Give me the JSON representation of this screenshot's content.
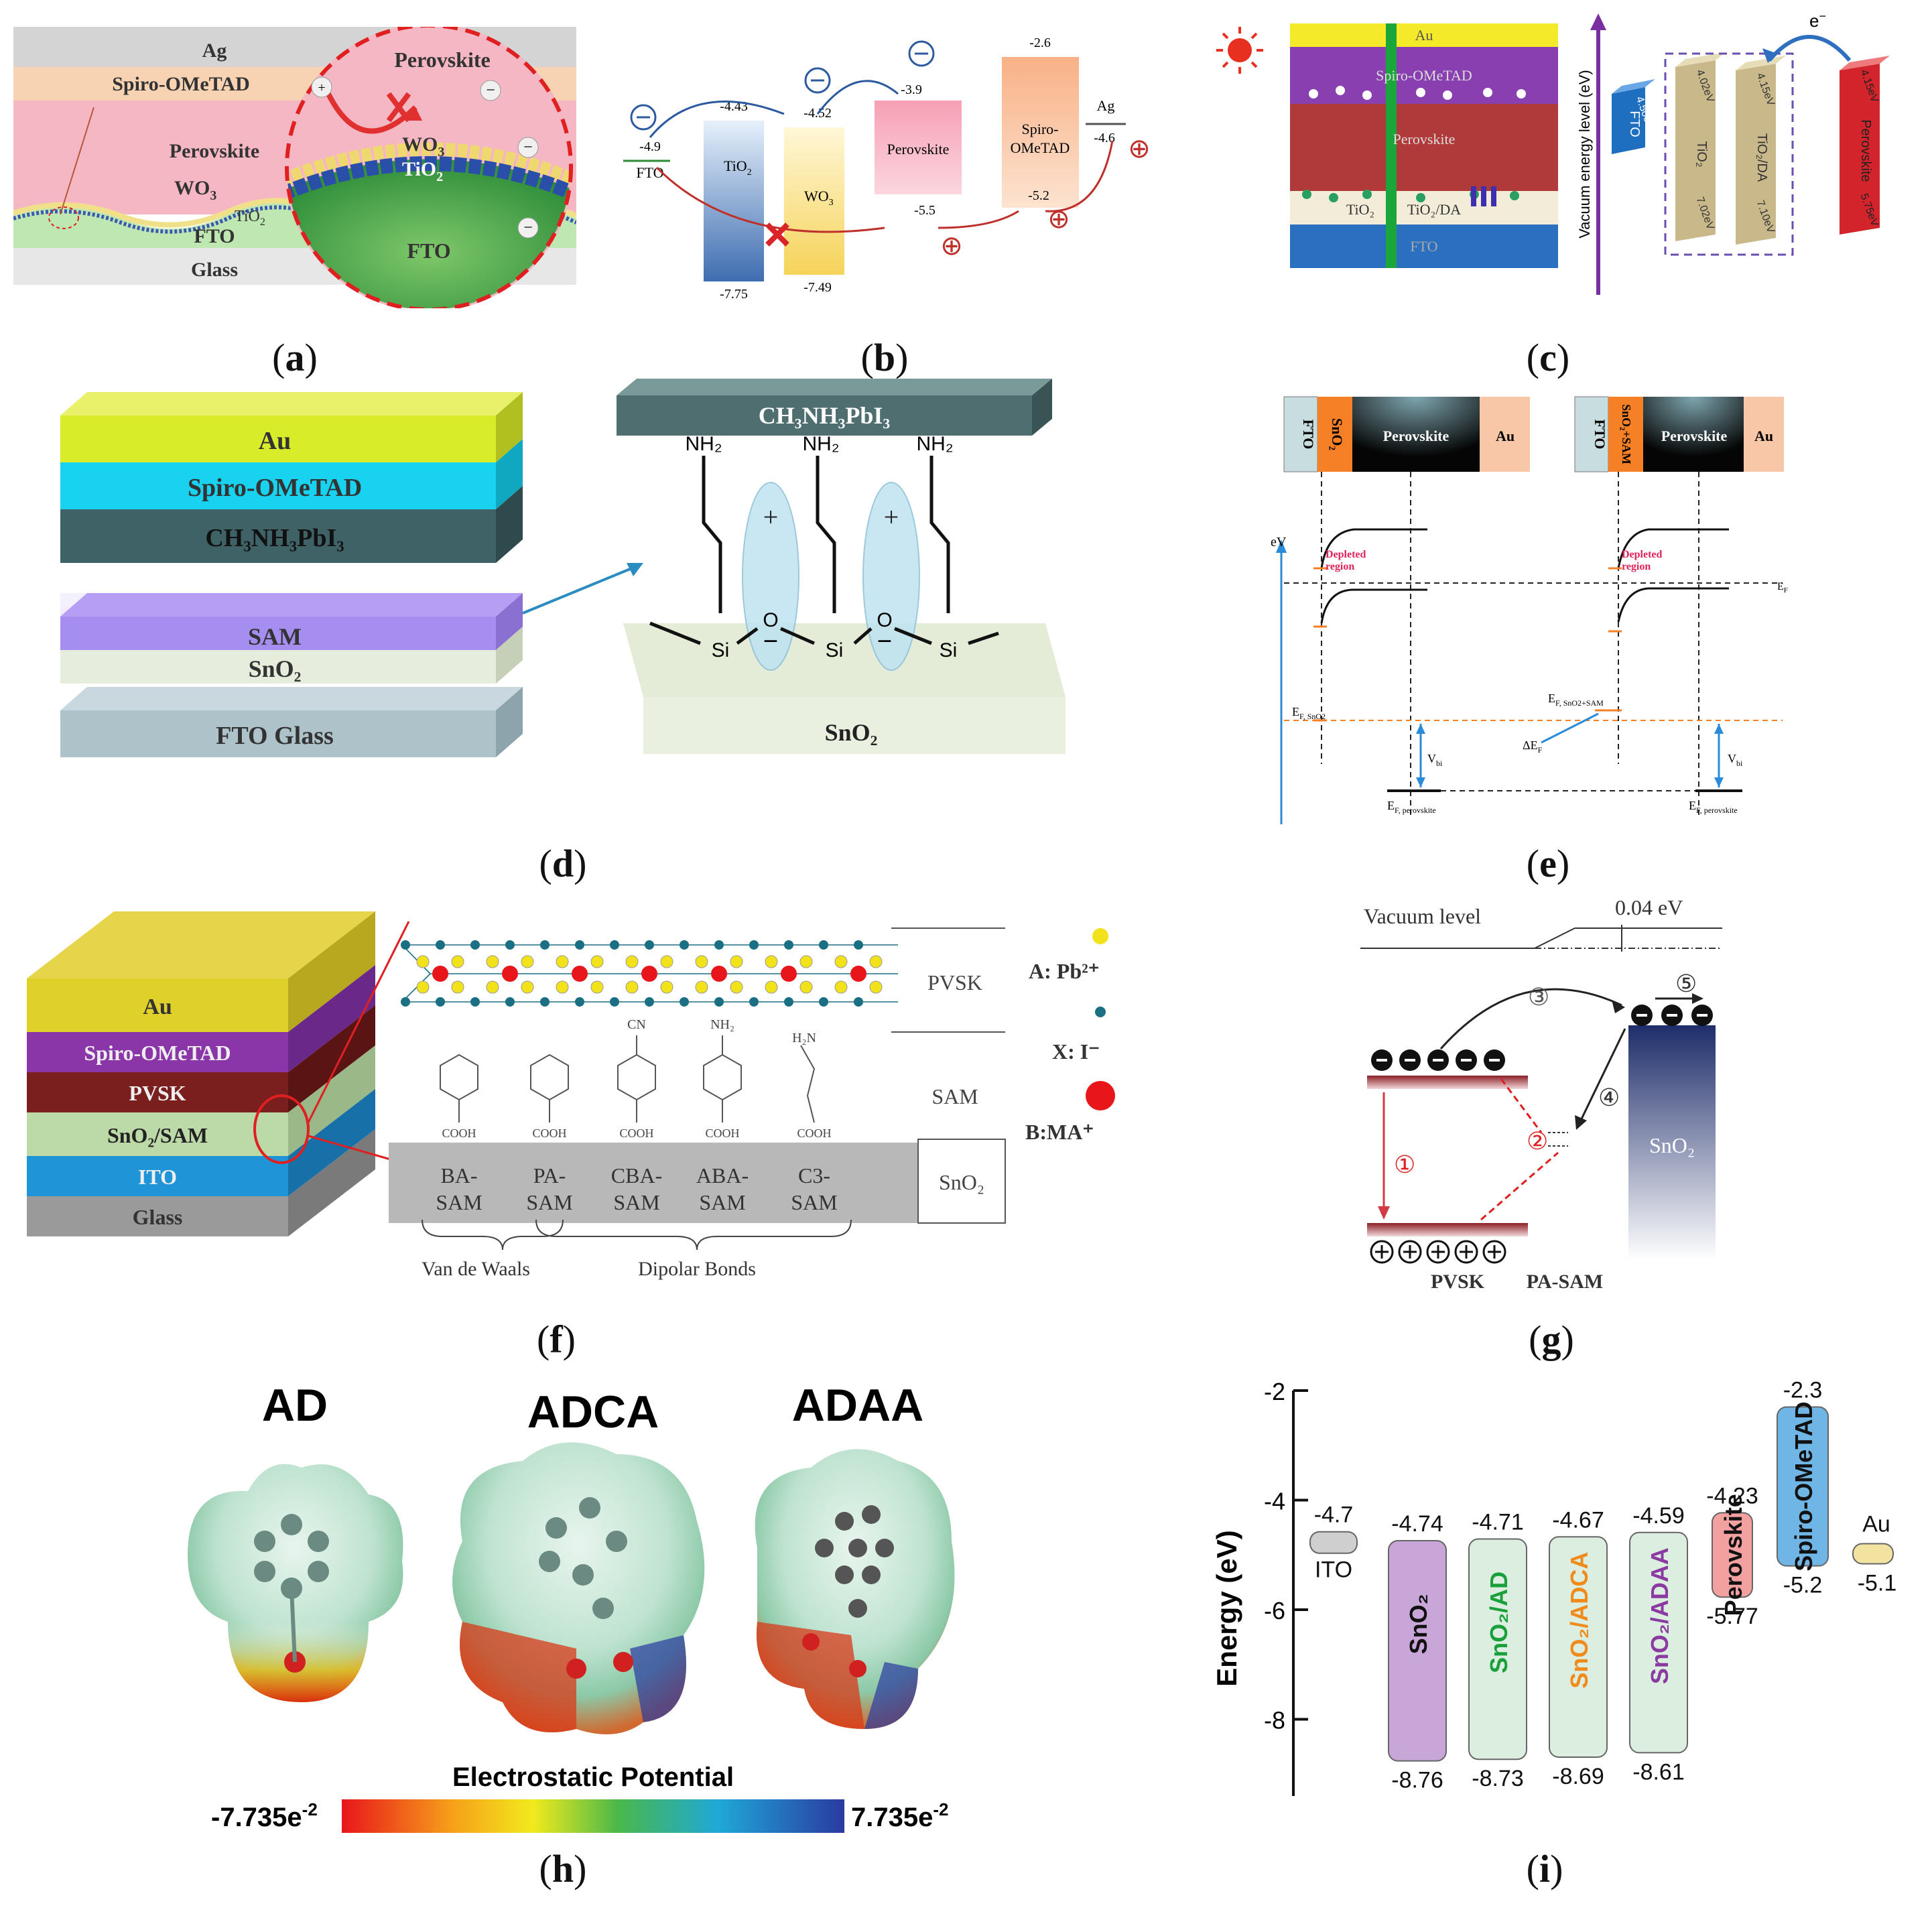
{
  "captions": {
    "a": "a",
    "b": "b",
    "c": "c",
    "d": "d",
    "e": "e",
    "f": "f",
    "g": "g",
    "h": "h",
    "i": "i"
  },
  "panel_a": {
    "layers": [
      "Ag",
      "Spiro-OMeTAD",
      "Perovskite",
      "WO",
      "3",
      "TiO",
      "2",
      "FTO",
      "Glass"
    ],
    "zoom": {
      "perovskite": "Perovskite",
      "wo3": "WO",
      "wo3_sub": "3",
      "tio2": "TiO",
      "tio2_sub": "2",
      "fto": "FTO"
    }
  },
  "panel_b": {
    "fto": {
      "label": "FTO",
      "value": "-4.9"
    },
    "tio2": {
      "label": "TiO",
      "sub": "2",
      "top": "-4.43",
      "bottom": "-7.75"
    },
    "wo3": {
      "label": "WO",
      "sub": "3",
      "top": "-4.52",
      "bottom": "-7.49"
    },
    "perovskite": {
      "label": "Perovskite",
      "top": "-3.9",
      "bottom": "-5.5"
    },
    "spiro": {
      "label1": "Spiro-",
      "label2": "OMeTAD",
      "top": "-2.6",
      "bottom": "-5.2"
    },
    "ag": {
      "label": "Ag",
      "value": "-4.6"
    }
  },
  "panel_c": {
    "layers": [
      "Au",
      "Spiro-OMeTAD",
      "Perovskite",
      "TiO₂",
      "TiO₂/DA",
      "FTO"
    ],
    "axis": "Vacuum energy level (eV)",
    "blocks": [
      {
        "name": "FTO",
        "value": "4.50eV"
      },
      {
        "name": "TiO₂",
        "top": "4.02eV",
        "bottom": "7.02eV"
      },
      {
        "name": "TiO₂/DA",
        "top": "4.15eV",
        "bottom": "7.10eV"
      },
      {
        "name": "Perovskite",
        "top": "4.15eV",
        "bottom": "5.75eV"
      }
    ],
    "electron": "e"
  },
  "panel_d": {
    "stack": [
      "Au",
      "Spiro-OMeTAD",
      "CH₃NH₃PbI₃",
      "SAM",
      "SnO₂",
      "FTO Glass"
    ],
    "top_slab": "CH₃NH₃PbI₃",
    "bottom_slab": "SnO₂",
    "groups": [
      "NH₂",
      "NH₂",
      "NH₂"
    ],
    "atoms": [
      "Si",
      "O",
      "Si",
      "O",
      "Si"
    ],
    "charges": [
      "+",
      "+",
      "−",
      "−"
    ]
  },
  "panel_e": {
    "left": {
      "fto": "FTO",
      "etl": "SnO₂",
      "pvsk": "Perovskite",
      "au": "Au",
      "ef": "E",
      "ef_sub": "F, SnO2",
      "ef2": "E",
      "ef2_sub": "F, perovskite",
      "vbi": "V",
      "vbi_sub": "bi",
      "depleted1": "Depleted",
      "depleted2": "region"
    },
    "right": {
      "fto": "FTO",
      "etl": "SnO₂+SAM",
      "pvsk": "Perovskite",
      "au": "Au",
      "ef": "E",
      "ef_sub": "F, SnO2+SAM",
      "def": "ΔE",
      "def_sub": "F",
      "ef2": "E",
      "ef2_sub": "F, perovskite",
      "vbi": "V",
      "vbi_sub": "bi",
      "depleted1": "Depleted",
      "depleted2": "region"
    },
    "axis": "eV",
    "ef_label": "E",
    "ef_label_sub": "F"
  },
  "panel_f": {
    "stack": [
      "Au",
      "Spiro-OMeTAD",
      "PVSK",
      "SnO₂/SAM",
      "ITO",
      "Glass"
    ],
    "regions": [
      "PVSK",
      "SAM",
      "SnO₂"
    ],
    "legend": [
      {
        "label": "A: Pb²⁺",
        "color": "#f2e21a"
      },
      {
        "label": "X: I⁻",
        "color": "#1b6f82"
      },
      {
        "label": "B:MA⁺",
        "color": "#e8161b"
      }
    ],
    "sams": [
      {
        "l1": "BA-",
        "l2": "SAM",
        "top": ""
      },
      {
        "l1": "PA-",
        "l2": "SAM",
        "top": ""
      },
      {
        "l1": "CBA-",
        "l2": "SAM",
        "top": "CN"
      },
      {
        "l1": "ABA-",
        "l2": "SAM",
        "top": "NH₂"
      },
      {
        "l1": "C3-",
        "l2": "SAM",
        "top": "H₂N"
      }
    ],
    "cooh": "COOH",
    "bonds": [
      "Van de Waals",
      "Dipolar Bonds"
    ]
  },
  "panel_g": {
    "vacuum": "Vacuum level",
    "shift": "0.04 eV",
    "steps": [
      "①",
      "②",
      "③",
      "④",
      "⑤"
    ],
    "sno2": "SnO₂",
    "pvsk": "PVSK",
    "pasam": "PA-SAM"
  },
  "panel_h": {
    "molecules": [
      "AD",
      "ADCA",
      "ADAA"
    ],
    "colorbar_title": "Electrostatic Potential",
    "min": "-7.735e",
    "max": "7.735e",
    "exp": "-2"
  },
  "chart_data": {
    "type": "bar",
    "ylabel": "Energy (eV)",
    "ylim": [
      -9.4,
      -2
    ],
    "yticks": [
      -2,
      -4,
      -6,
      -8
    ],
    "materials": [
      {
        "name": "ITO",
        "top": -4.7,
        "bottom": null,
        "top_label": "-4.7",
        "bottom_label": "",
        "color": "#cfcfcf",
        "text": "#222"
      },
      {
        "name": "SnO₂",
        "top": -4.74,
        "bottom": -8.76,
        "top_label": "-4.74",
        "bottom_label": "-8.76",
        "color": "#c9a6d8",
        "text": "#111"
      },
      {
        "name": "SnO₂/AD",
        "top": -4.71,
        "bottom": -8.73,
        "top_label": "-4.71",
        "bottom_label": "-8.73",
        "color": "#dceee0",
        "text": "#1aa03a"
      },
      {
        "name": "SnO₂/ADCA",
        "top": -4.67,
        "bottom": -8.69,
        "top_label": "-4.67",
        "bottom_label": "-8.69",
        "color": "#dceee0",
        "text": "#f08a1a"
      },
      {
        "name": "SnO₂/ADAA",
        "top": -4.59,
        "bottom": -8.61,
        "top_label": "-4.59",
        "bottom_label": "-8.61",
        "color": "#dceee0",
        "text": "#8a3aa0"
      },
      {
        "name": "Perovskite",
        "top": -4.23,
        "bottom": -5.77,
        "top_label": "-4.23",
        "bottom_label": "-5.77",
        "color": "#f2a0a0",
        "text": "#111"
      },
      {
        "name": "Spiro-OMeTAD",
        "top": -2.3,
        "bottom": -5.2,
        "top_label": "-2.3",
        "bottom_label": "-5.2",
        "color": "#6fb6e6",
        "text": "#111"
      },
      {
        "name": "Au",
        "top": -5.1,
        "bottom": null,
        "top_label": "",
        "bottom_label": "-5.1",
        "color": "#f3e3a0",
        "text": "#111"
      }
    ]
  }
}
